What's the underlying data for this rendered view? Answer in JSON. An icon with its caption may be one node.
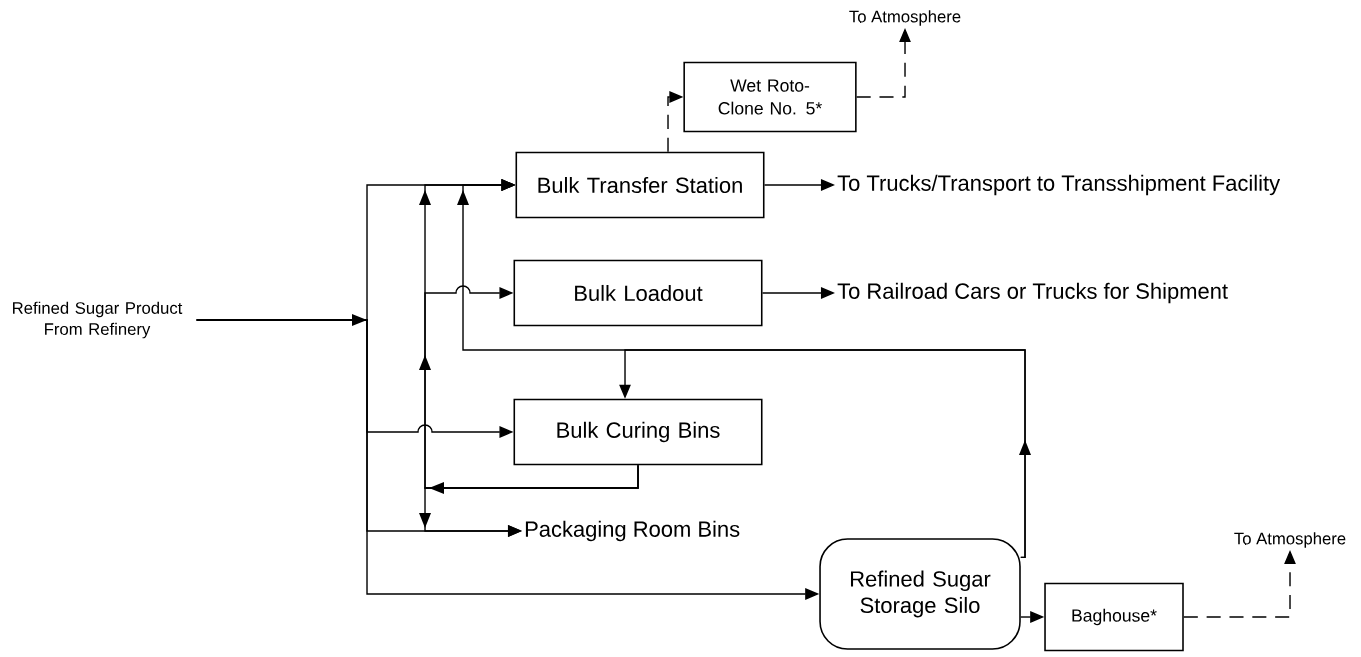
{
  "diagram": {
    "nodes": [
      {
        "text": [
          "Refined Sugar Product From Refinery"
        ]
      },
      {
        "text": [
          "Wet Roto-Clone No. 5*"
        ]
      },
      {
        "text": [
          "To Atmosphere"
        ]
      },
      {
        "text": [
          "Bulk Transfer Station"
        ]
      },
      {
        "text": [
          "To Trucks/Transport to Transshipment Facility"
        ]
      },
      {
        "text": [
          "Bulk Loadout"
        ]
      },
      {
        "text": [
          "To Railroad Cars or Trucks for Shipment"
        ]
      },
      {
        "text": [
          "Bulk Curing Bins"
        ]
      },
      {
        "text": [
          "Packaging Room Bins"
        ]
      },
      {
        "text": [
          "Refined Sugar Storage Silo"
        ]
      },
      {
        "text": [
          "Baghouse*"
        ]
      },
      {
        "text": [
          "To Atmosphere"
        ]
      }
    ],
    "edges": [
      {
        "from": 0,
        "to": 3,
        "arrow": "to"
      },
      {
        "from": 0,
        "to": 7,
        "arrow": "to"
      },
      {
        "from": 0,
        "to": 8,
        "arrow": "to"
      },
      {
        "from": 0,
        "to": 9,
        "arrow": "to"
      },
      {
        "from": 7,
        "to": 3,
        "arrow": "to"
      },
      {
        "from": 7,
        "to": 5,
        "arrow": "to"
      },
      {
        "from": 7,
        "to": 8,
        "arrow": "to"
      },
      {
        "from": 9,
        "to": 3,
        "arrow": "to"
      },
      {
        "from": 9,
        "to": 7,
        "arrow": "to"
      },
      {
        "from": 3,
        "to": 4,
        "arrow": "to"
      },
      {
        "from": 5,
        "to": 6,
        "arrow": "to"
      },
      {
        "from": 3,
        "to": 1,
        "arrow": "to",
        "style": "dashed"
      },
      {
        "from": 1,
        "to": 2,
        "arrow": "to",
        "style": "dashed"
      },
      {
        "from": 9,
        "to": 10,
        "arrow": "to",
        "style": "dashed"
      },
      {
        "from": 10,
        "to": 11,
        "arrow": "to",
        "style": "dashed"
      }
    ]
  }
}
